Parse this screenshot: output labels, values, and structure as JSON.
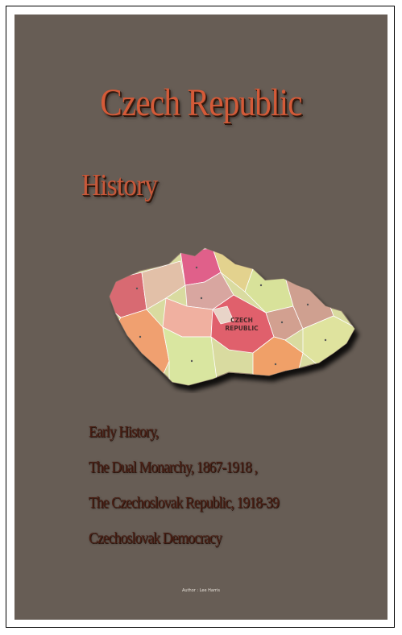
{
  "cover": {
    "title": "Czech Republic",
    "subtitle": "History",
    "map_label_line1": "CZECH",
    "map_label_line2": "REPUBLIC",
    "contents": [
      "Early History,",
      "The Dual Monarchy, 1867-1918 ,",
      "The Czechoslovak Republic, 1918-39",
      "Czechoslovak Democracy"
    ],
    "author": "Author : Lee Harris"
  },
  "colors": {
    "background": "#675d55",
    "title": "#d45a38",
    "contents_text": "#4a1f14"
  }
}
